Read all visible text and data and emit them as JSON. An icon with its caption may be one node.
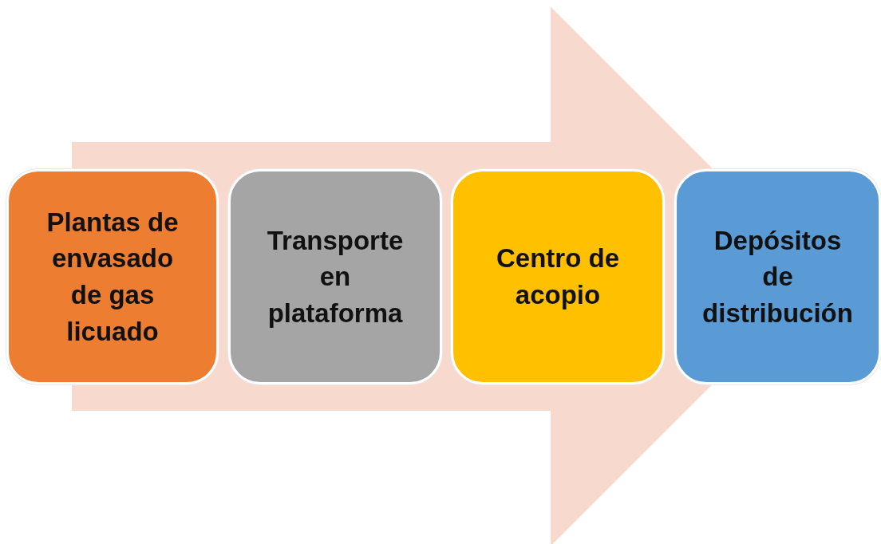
{
  "diagram": {
    "nodes": [
      {
        "text": [
          "Plantas de envasado de gas licuado"
        ]
      },
      {
        "text": [
          "Transporte en plataforma"
        ]
      },
      {
        "text": [
          "Centro de acopio"
        ]
      },
      {
        "text": [
          "Depósitos de distribución"
        ]
      }
    ],
    "edges": [
      {
        "from": 0,
        "to": 3,
        "arrow": "to"
      }
    ]
  }
}
